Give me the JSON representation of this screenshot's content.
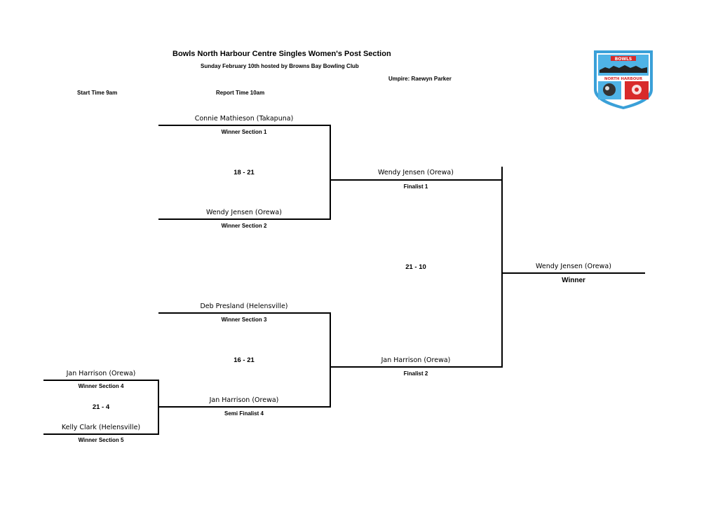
{
  "header": {
    "title": "Bowls North Harbour Centre Singles Women's Post Section",
    "subtitle": "Sunday February 10th hosted by Browns Bay Bowling Club",
    "umpire": "Umpire: Raewyn Parker",
    "start_time": "Start Time 9am",
    "report_time": "Report Time 10am"
  },
  "logo": {
    "top_text": "BOWLS",
    "banner_text": "NORTH HARBOUR",
    "colors": {
      "border": "#3aa0d8",
      "top": "#4fb3e6",
      "red": "#d82a2a",
      "white": "#ffffff"
    }
  },
  "round1": {
    "p1": {
      "name": "Jan Harrison (Orewa)",
      "caption": "Winner Section 4"
    },
    "score": "21 - 4",
    "p2": {
      "name": "Kelly Clark (Helensville)",
      "caption": "Winner Section 5"
    }
  },
  "semis": {
    "top": {
      "p1": {
        "name": "Connie Mathieson (Takapuna)",
        "caption": "Winner Section 1"
      },
      "score": "18 - 21",
      "p2": {
        "name": "Wendy Jensen (Orewa)",
        "caption": "Winner Section 2"
      }
    },
    "bottom": {
      "p1": {
        "name": "Deb Presland (Helensville)",
        "caption": "Winner Section 3"
      },
      "score": "16 - 21",
      "p2": {
        "name": "Jan Harrison (Orewa)",
        "caption": "Semi Finalist 4"
      }
    }
  },
  "final": {
    "f1": {
      "name": "Wendy Jensen (Orewa)",
      "caption": "Finalist 1"
    },
    "score": "21 - 10",
    "f2": {
      "name": "Jan Harrison (Orewa)",
      "caption": "Finalist 2"
    }
  },
  "winner": {
    "name": "Wendy Jensen (Orewa)",
    "caption": "Winner"
  }
}
